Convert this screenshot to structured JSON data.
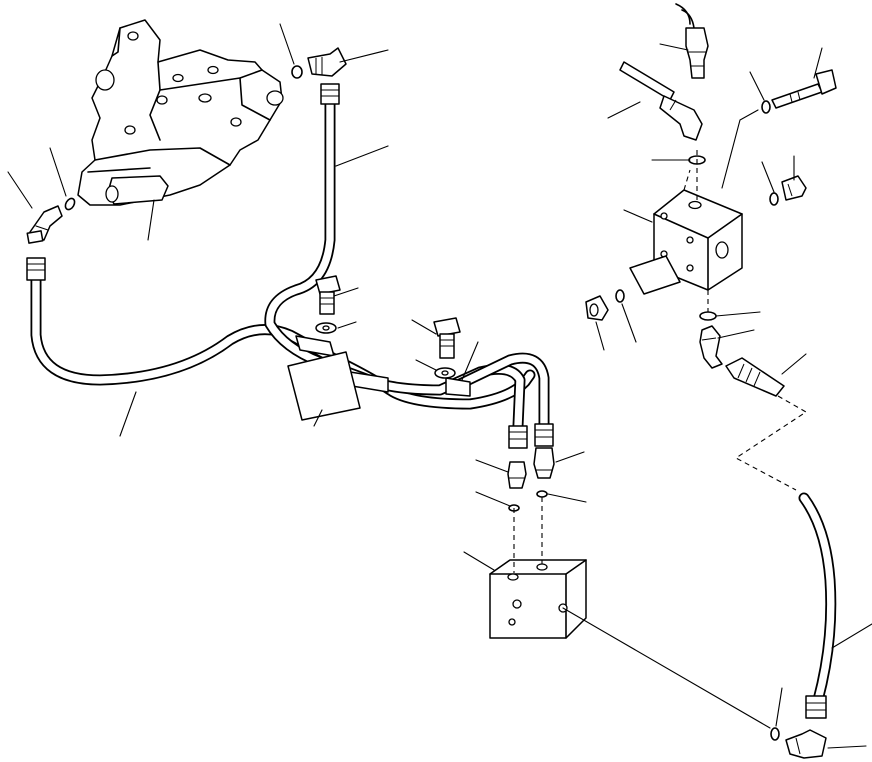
{
  "diagram": {
    "kind": "exploded hydraulic piping parts diagram",
    "components": [
      "control-valve",
      "elbow-fitting",
      "o-ring",
      "hose",
      "hose-clamp",
      "bolt",
      "washer",
      "adapter-fitting",
      "connector-block",
      "valve-block",
      "plug"
    ],
    "leader_line_count": 36,
    "line_color": "#000000",
    "background_color": "#ffffff"
  }
}
